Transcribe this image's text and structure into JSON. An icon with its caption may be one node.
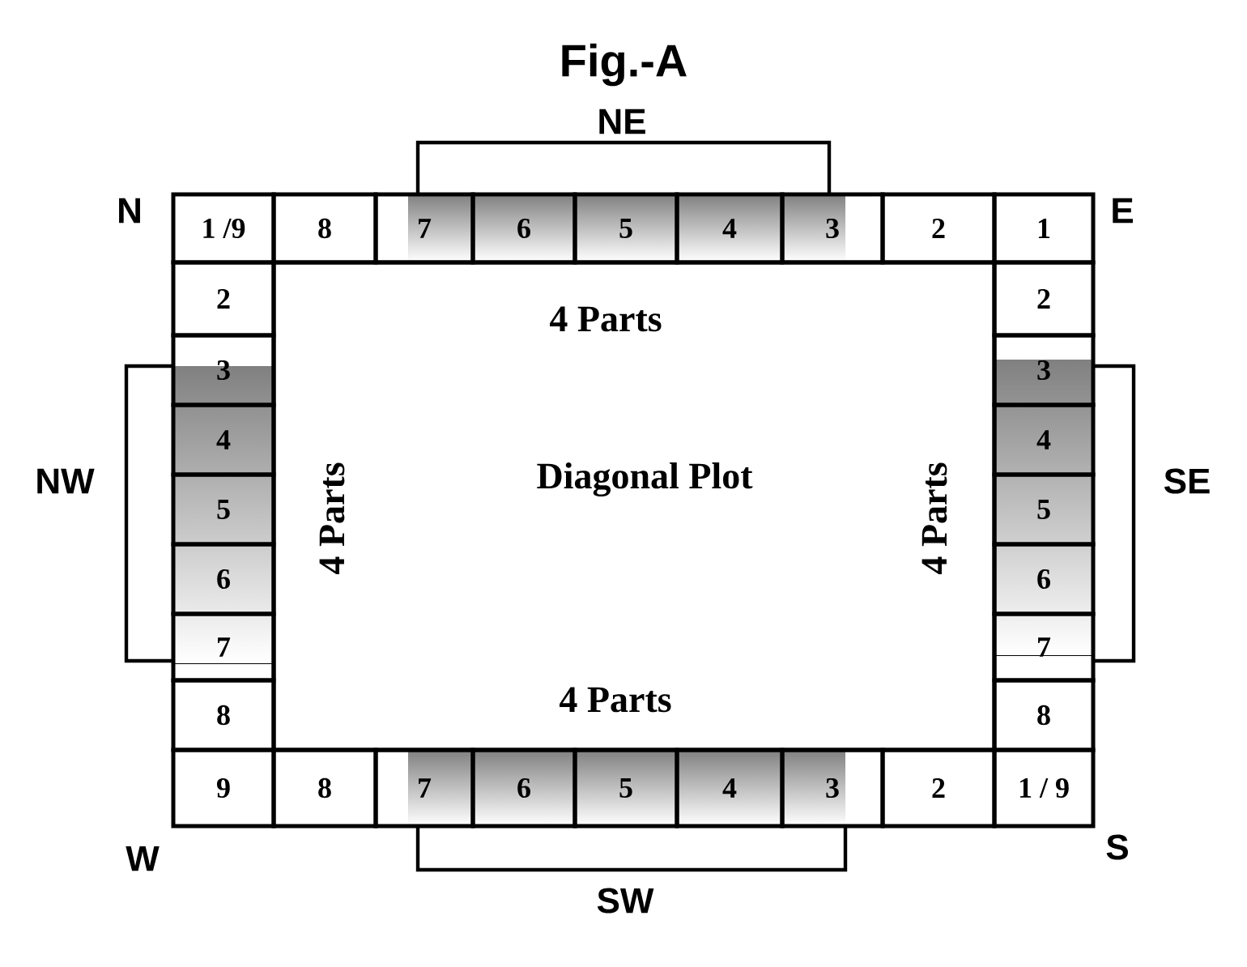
{
  "diagram": {
    "title": "Fig.-A",
    "nodes": [
      {
        "text": [
          "1 /9"
        ]
      },
      {
        "text": [
          "8"
        ]
      },
      {
        "text": [
          "7"
        ]
      },
      {
        "text": [
          "6"
        ]
      },
      {
        "text": [
          "5"
        ]
      },
      {
        "text": [
          "4"
        ]
      },
      {
        "text": [
          "3"
        ]
      },
      {
        "text": [
          "2"
        ]
      },
      {
        "text": [
          "1"
        ]
      },
      {
        "text": [
          "2"
        ]
      },
      {
        "text": [
          "2"
        ]
      },
      {
        "text": [
          "3"
        ]
      },
      {
        "text": [
          "3"
        ]
      },
      {
        "text": [
          "4"
        ]
      },
      {
        "text": [
          "4"
        ]
      },
      {
        "text": [
          "5"
        ]
      },
      {
        "text": [
          "5"
        ]
      },
      {
        "text": [
          "6"
        ]
      },
      {
        "text": [
          "6"
        ]
      },
      {
        "text": [
          "7"
        ]
      },
      {
        "text": [
          "7"
        ]
      },
      {
        "text": [
          "8"
        ]
      },
      {
        "text": [
          "8"
        ]
      },
      {
        "text": [
          "9"
        ]
      },
      {
        "text": [
          "8"
        ]
      },
      {
        "text": [
          "7"
        ]
      },
      {
        "text": [
          "6"
        ]
      },
      {
        "text": [
          "5"
        ]
      },
      {
        "text": [
          "4"
        ]
      },
      {
        "text": [
          "3"
        ]
      },
      {
        "text": [
          "2"
        ]
      },
      {
        "text": [
          "1 / 9"
        ]
      },
      {
        "text": [
          "4 Parts",
          "4 Parts",
          "Diagonal Plot",
          "4 Parts",
          "4 Parts"
        ]
      }
    ],
    "labels": [
      "NE",
      "N",
      "E",
      "NW",
      "SE",
      "W",
      "S",
      "SW"
    ]
  }
}
